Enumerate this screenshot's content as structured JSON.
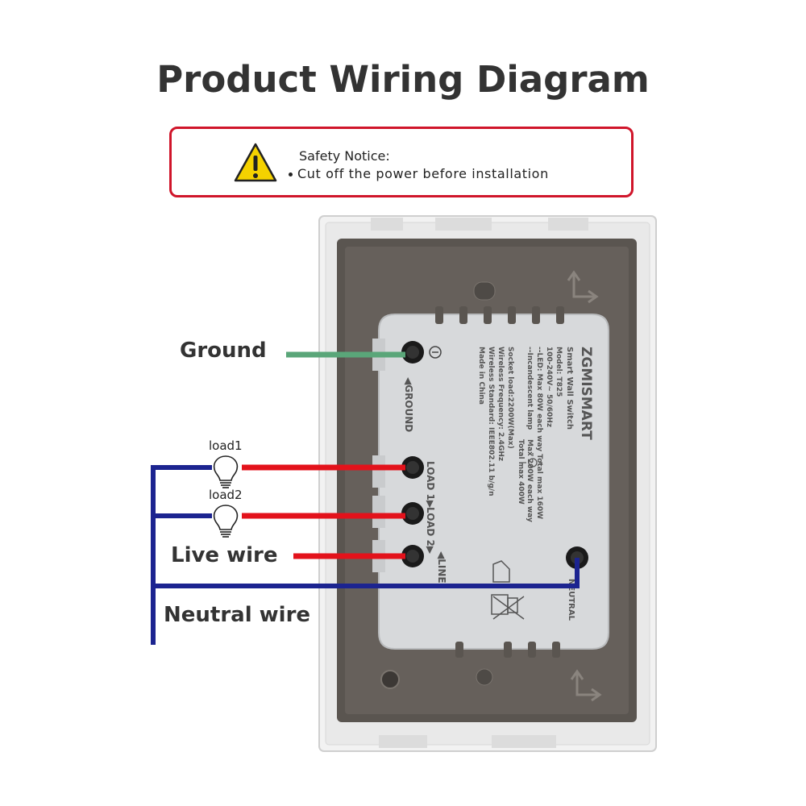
{
  "title": "Product Wiring Diagram",
  "safety": {
    "heading": "Safety Notice:",
    "items": [
      "Cut off the power before installation"
    ]
  },
  "labels": {
    "ground": "Ground",
    "load1": "load1",
    "load2": "load2",
    "live": "Live wire",
    "neutral": "Neutral wire"
  },
  "device": {
    "brand": "ZGMISMART",
    "product": "Smart Wall Switch",
    "model": "Model: T825",
    "voltage": "100-240V~ 50/60Hz",
    "led": "--LED: Max 80W each way  Total max 160W",
    "incandescent": "--Incandescent lamp",
    "incandescent_max": "Max 200W each way",
    "incandescent_total": "Total max 400W",
    "socket": "Socket load:2200W(Max)",
    "freq": "Wireless Frequency: 2.4GHz",
    "standard": "Wireless Standard: IEEE802.11 b/g/n",
    "origin": "Made in China",
    "terminals": {
      "ground": "◀GROUND",
      "load1": "LOAD 1▶",
      "load2": "LOAD 2▶",
      "line": "◀LINE",
      "neutral": "NEUTRAL"
    }
  },
  "colors": {
    "ground_wire": "#5aa679",
    "live_wire": "#e3121b",
    "neutral_wire": "#1c2490",
    "notice_border": "#d0152a"
  }
}
